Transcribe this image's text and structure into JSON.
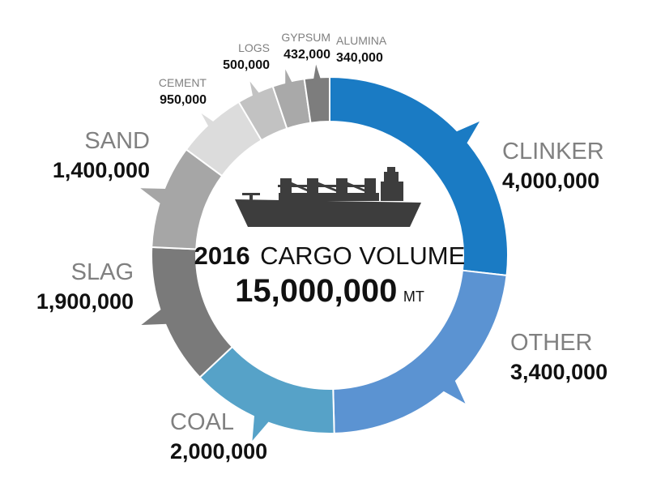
{
  "chart_data": {
    "type": "pie",
    "center": {
      "year": "2016",
      "title": "CARGO VOLUME",
      "total": "15,000,000",
      "unit": "MT"
    },
    "slices": [
      {
        "name": "CLINKER",
        "value": 4000000,
        "value_label": "4,000,000",
        "color": "#1a7bc4"
      },
      {
        "name": "OTHER",
        "value": 3400000,
        "value_label": "3,400,000",
        "color": "#5b93d2"
      },
      {
        "name": "COAL",
        "value": 2000000,
        "value_label": "2,000,000",
        "color": "#56a2c8"
      },
      {
        "name": "SLAG",
        "value": 1900000,
        "value_label": "1,900,000",
        "color": "#7a7a7a"
      },
      {
        "name": "SAND",
        "value": 1400000,
        "value_label": "1,400,000",
        "color": "#a6a6a6"
      },
      {
        "name": "CEMENT",
        "value": 950000,
        "value_label": "950,000",
        "color": "#dcdcdc"
      },
      {
        "name": "LOGS",
        "value": 500000,
        "value_label": "500,000",
        "color": "#c2c2c2"
      },
      {
        "name": "GYPSUM",
        "value": 432000,
        "value_label": "432,000",
        "color": "#a9a9a9"
      },
      {
        "name": "ALUMINA",
        "value": 340000,
        "value_label": "340,000",
        "color": "#7d7d7d"
      }
    ]
  },
  "icons": {
    "center": "cargo-ship-icon"
  }
}
